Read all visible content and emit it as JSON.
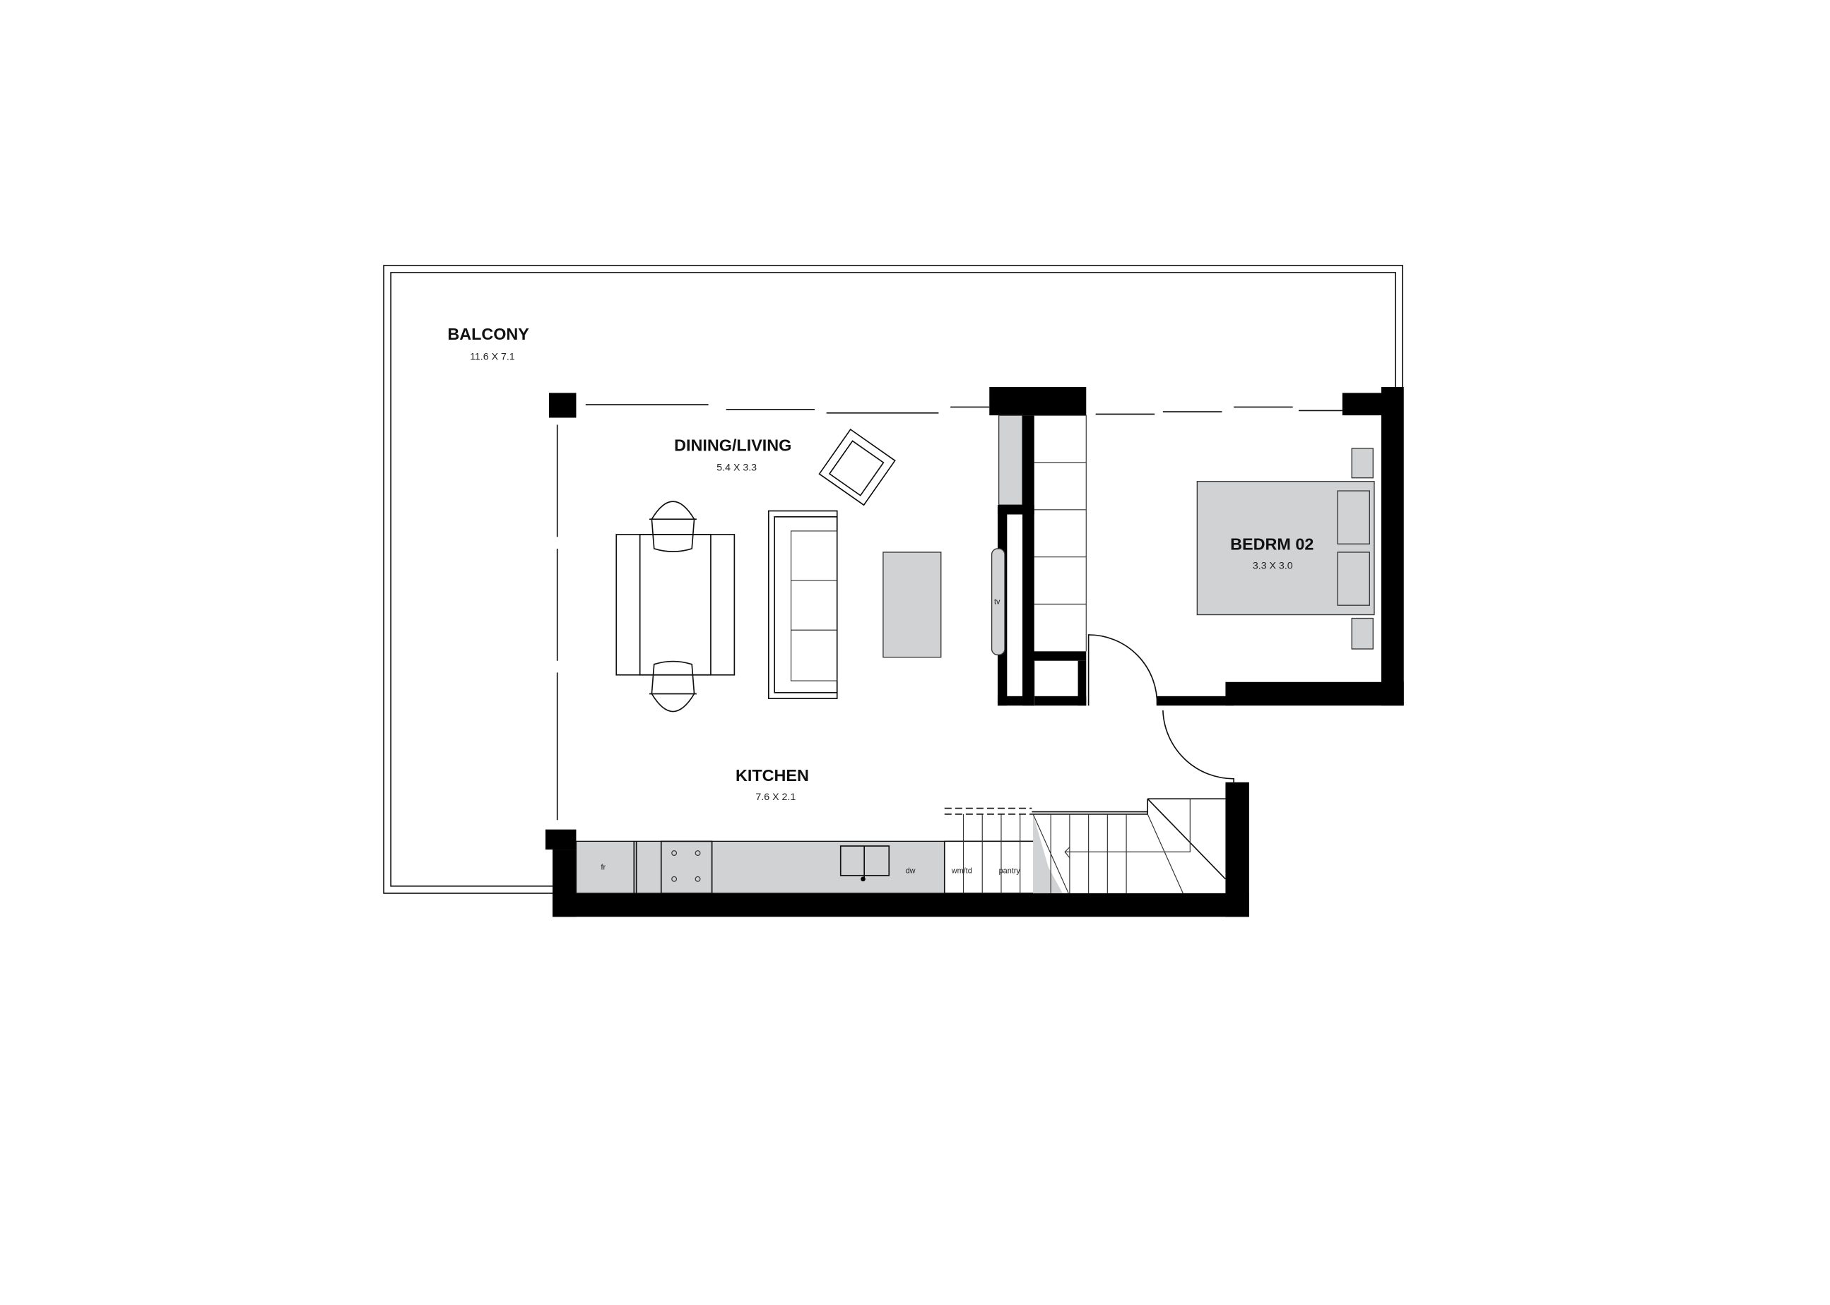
{
  "rooms": [
    {
      "name": "BALCONY",
      "size": "11.6 X 7.1"
    },
    {
      "name": "DINING/LIVING",
      "size": "5.4 X 3.3"
    },
    {
      "name": "BEDRM 02",
      "size": "3.3 X 3.0"
    },
    {
      "name": "KITCHEN",
      "size": "7.6 X 2.1"
    }
  ],
  "fixtures": {
    "fridge": "fr",
    "dishwasher": "dw",
    "laundry": "wm/td",
    "pantry": "pantry",
    "tv": "tv"
  },
  "colors": {
    "wall": "#000000",
    "furniture_fill": "#d1d2d4"
  }
}
